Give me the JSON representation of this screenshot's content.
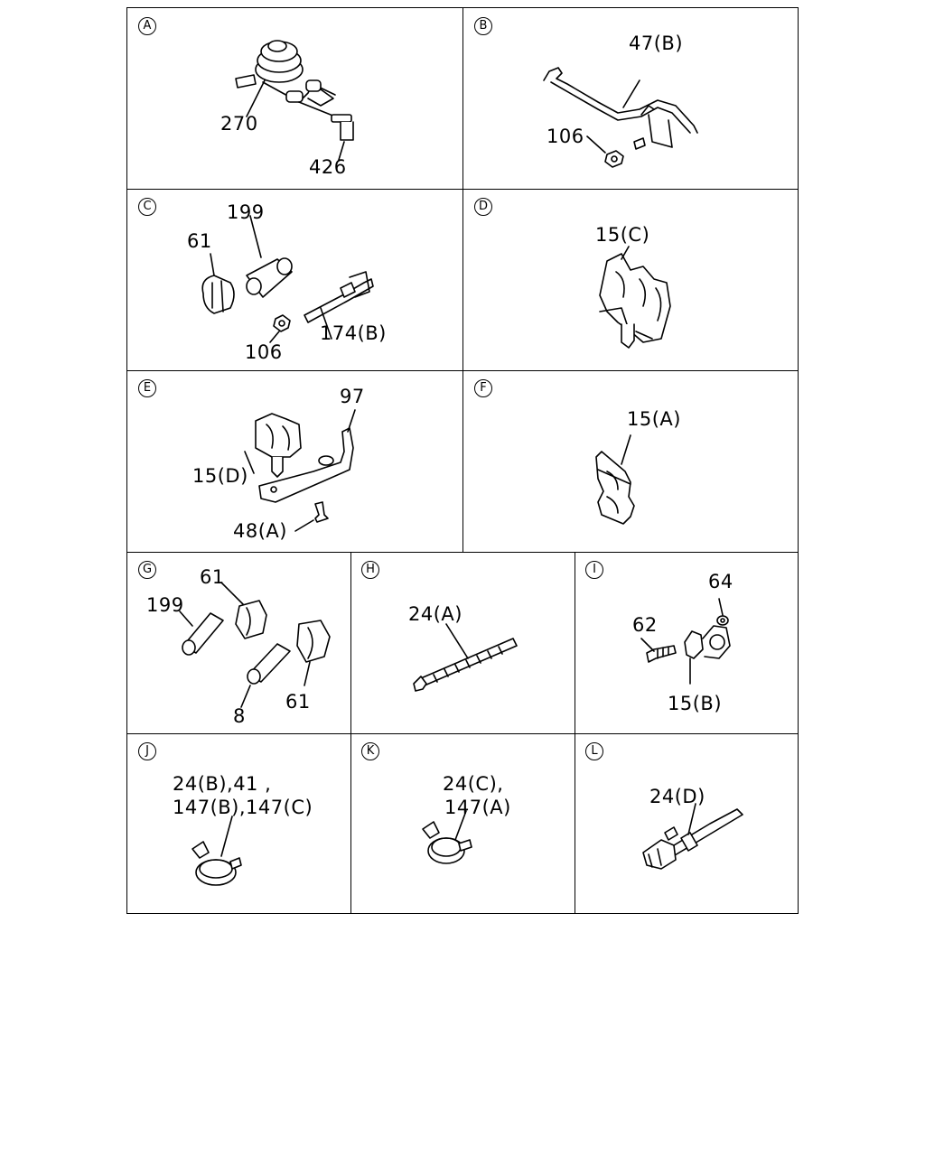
{
  "panels": {
    "a": {
      "letter": "A",
      "labels": [
        "270",
        "426"
      ]
    },
    "b": {
      "letter": "B",
      "labels": [
        "47(B)",
        "106"
      ]
    },
    "c": {
      "letter": "C",
      "labels": [
        "199",
        "61",
        "106",
        "174(B)"
      ]
    },
    "d": {
      "letter": "D",
      "labels": [
        "15(C)"
      ]
    },
    "e": {
      "letter": "E",
      "labels": [
        "97",
        "15(D)",
        "48(A)"
      ]
    },
    "f": {
      "letter": "F",
      "labels": [
        "15(A)"
      ]
    },
    "g": {
      "letter": "G",
      "labels": [
        "61",
        "199",
        "8",
        "61"
      ]
    },
    "h": {
      "letter": "H",
      "labels": [
        "24(A)"
      ]
    },
    "i": {
      "letter": "I",
      "labels": [
        "64",
        "62",
        "15(B)"
      ]
    },
    "j": {
      "letter": "J",
      "labels": [
        "24(B),41 ,",
        "147(B),147(C)"
      ]
    },
    "k": {
      "letter": "K",
      "labels": [
        "24(C),",
        "147(A)"
      ]
    },
    "l": {
      "letter": "L",
      "labels": [
        "24(D)"
      ]
    }
  }
}
